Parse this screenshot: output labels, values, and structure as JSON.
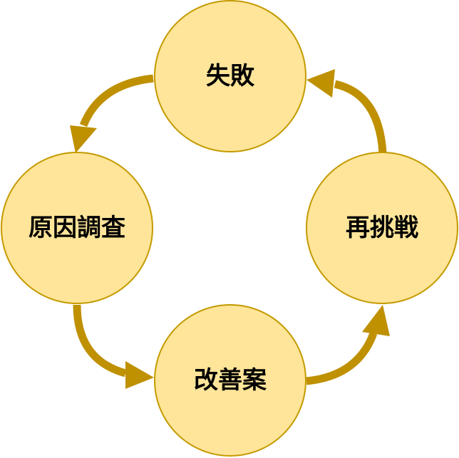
{
  "diagram": {
    "type": "cycle",
    "nodes": [
      {
        "id": "top",
        "label": "失敗"
      },
      {
        "id": "left",
        "label": "原因調査"
      },
      {
        "id": "bottom",
        "label": "改善案"
      },
      {
        "id": "right",
        "label": "再挑戦"
      }
    ],
    "edges": [
      {
        "from": "top",
        "to": "left"
      },
      {
        "from": "left",
        "to": "bottom"
      },
      {
        "from": "bottom",
        "to": "right"
      },
      {
        "from": "right",
        "to": "top"
      }
    ],
    "colors": {
      "node_fill": "#fee599",
      "node_stroke": "#c49a00",
      "arrow": "#bf9000",
      "text": "#000000"
    }
  }
}
